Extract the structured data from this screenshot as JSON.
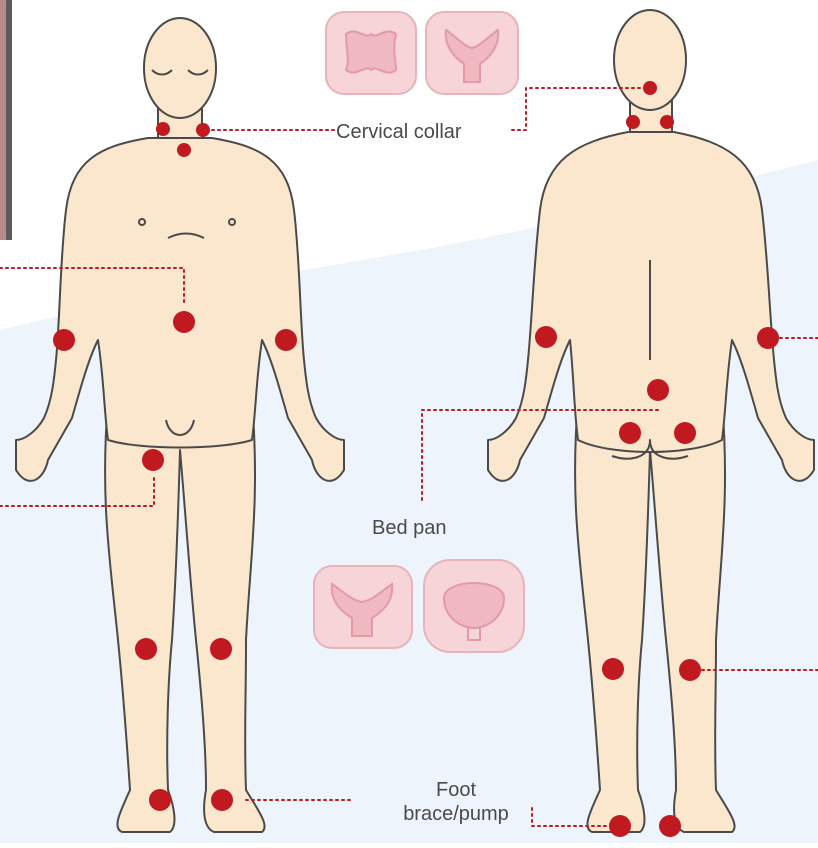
{
  "labels": {
    "cervical_collar": "Cervical collar",
    "bed_pan": "Bed pan",
    "foot_line1": "Foot",
    "foot_line2": "brace/pump"
  },
  "colors": {
    "skin": "#fbe7cd",
    "outline": "#4a4a4a",
    "marker": "#c0191f",
    "leader": "#c0191f",
    "background_wash": "#eef4fb",
    "dressing": "#f6d4d8"
  },
  "icons": [
    "pressure-point-marker",
    "foam-dressing-icon"
  ]
}
